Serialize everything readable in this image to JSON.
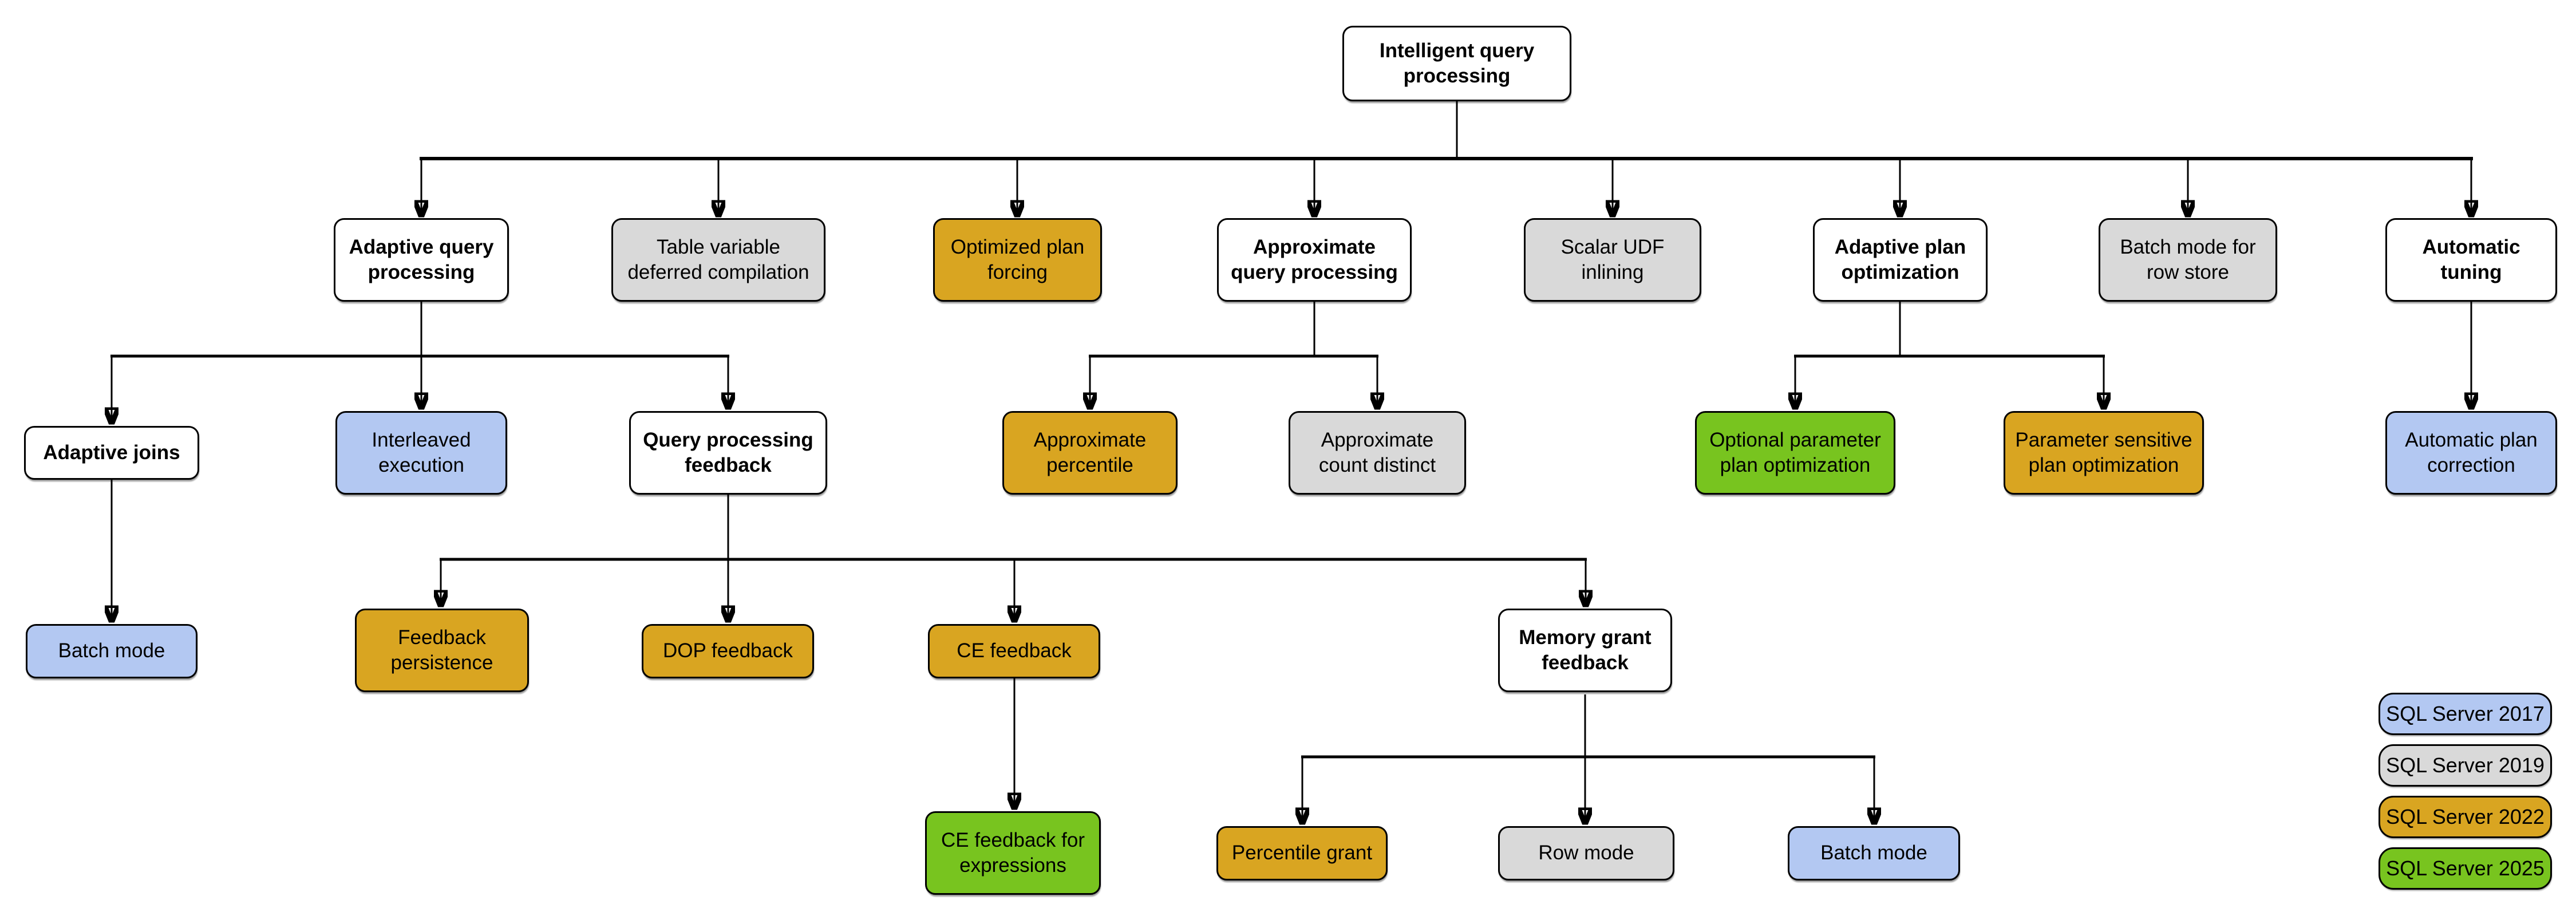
{
  "palette": {
    "category": "#ffffff",
    "sql2017": "#b3c8f2",
    "sql2019": "#d9d9d9",
    "sql2022": "#d9a521",
    "sql2025": "#78c41f"
  },
  "nodes": [
    {
      "label": "Intelligent query processing",
      "version": "category",
      "parent": null
    },
    {
      "label": "Adaptive query processing",
      "version": "category",
      "parent": 0
    },
    {
      "label": "Table variable deferred compilation",
      "version": "sql2019",
      "parent": 0
    },
    {
      "label": "Optimized plan forcing",
      "version": "sql2022",
      "parent": 0
    },
    {
      "label": "Approximate query processing",
      "version": "category",
      "parent": 0
    },
    {
      "label": "Scalar UDF inlining",
      "version": "sql2019",
      "parent": 0
    },
    {
      "label": "Adaptive plan optimization",
      "version": "category",
      "parent": 0
    },
    {
      "label": "Batch mode for row store",
      "version": "sql2019",
      "parent": 0
    },
    {
      "label": "Automatic tuning",
      "version": "category",
      "parent": 0
    },
    {
      "label": "Adaptive joins",
      "version": "category",
      "parent": 1
    },
    {
      "label": "Interleaved execution",
      "version": "sql2017",
      "parent": 1
    },
    {
      "label": "Query processing feedback",
      "version": "category",
      "parent": 1
    },
    {
      "label": "Approximate percentile",
      "version": "sql2022",
      "parent": 4
    },
    {
      "label": "Approximate count distinct",
      "version": "sql2019",
      "parent": 4
    },
    {
      "label": "Optional parameter plan optimization",
      "version": "sql2025",
      "parent": 6
    },
    {
      "label": "Parameter sensitive plan optimization",
      "version": "sql2022",
      "parent": 6
    },
    {
      "label": "Automatic plan correction",
      "version": "sql2017",
      "parent": 8
    },
    {
      "label": "Batch mode",
      "version": "sql2017",
      "parent": 9
    },
    {
      "label": "Feedback persistence",
      "version": "sql2022",
      "parent": 11
    },
    {
      "label": "DOP feedback",
      "version": "sql2022",
      "parent": 11
    },
    {
      "label": "CE feedback",
      "version": "sql2022",
      "parent": 11
    },
    {
      "label": "Memory grant feedback",
      "version": "category",
      "parent": 11
    },
    {
      "label": "CE feedback for expressions",
      "version": "sql2025",
      "parent": 20
    },
    {
      "label": "Percentile grant",
      "version": "sql2022",
      "parent": 21
    },
    {
      "label": "Row mode",
      "version": "sql2019",
      "parent": 21
    },
    {
      "label": "Batch mode",
      "version": "sql2017",
      "parent": 21
    }
  ],
  "legend": {
    "items": [
      {
        "label": "SQL Server 2017",
        "version": "sql2017"
      },
      {
        "label": "SQL Server 2019",
        "version": "sql2019"
      },
      {
        "label": "SQL Server 2022",
        "version": "sql2022"
      },
      {
        "label": "SQL Server 2025",
        "version": "sql2025"
      }
    ]
  }
}
